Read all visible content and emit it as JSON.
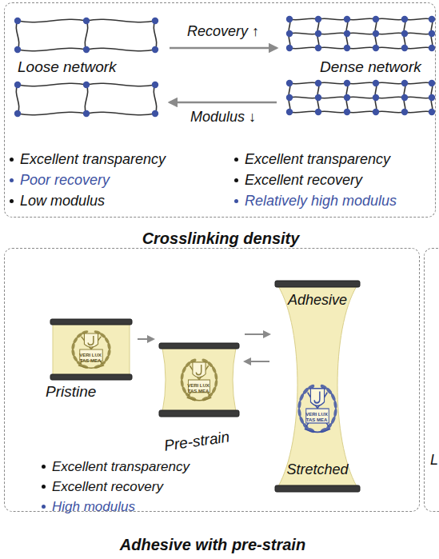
{
  "diagram": {
    "nodes": [
      {
        "text": [
          "Crosslinking density"
        ]
      },
      {
        "text": [
          "Loose network"
        ],
        "in": 0
      },
      {
        "text": [
          "Dense network"
        ],
        "in": 0
      },
      {
        "text": [
          "Adhesive with pre-strain"
        ]
      },
      {
        "text": [
          "Pristine"
        ],
        "in": 3
      },
      {
        "text": [
          "Pre-strain"
        ],
        "in": 3
      },
      {
        "text": [
          "Adhesive",
          "Stretched"
        ],
        "in": 3
      },
      {
        "text": [
          "L"
        ]
      }
    ],
    "edges": [
      {
        "from": 1,
        "to": 2,
        "arrow": "to",
        "label": "Recovery ↑"
      },
      {
        "from": 2,
        "to": 1,
        "arrow": "to",
        "label": "Modulus ↓"
      },
      {
        "from": 4,
        "to": 5,
        "arrow": "to"
      },
      {
        "from": 5,
        "to": 6,
        "arrow": "to"
      },
      {
        "from": 6,
        "to": 5,
        "arrow": "to"
      }
    ],
    "labels": [
      "Excellent transparency",
      "Poor recovery",
      "Low modulus",
      "Excellent transparency",
      "Excellent recovery",
      "Relatively high modulus",
      "VERI LUX TAS MEA",
      "VERI LUX TAS MEA",
      "VERI LUX TAS MEA",
      "Excellent transparency",
      "Excellent recovery",
      "High modulus"
    ]
  }
}
